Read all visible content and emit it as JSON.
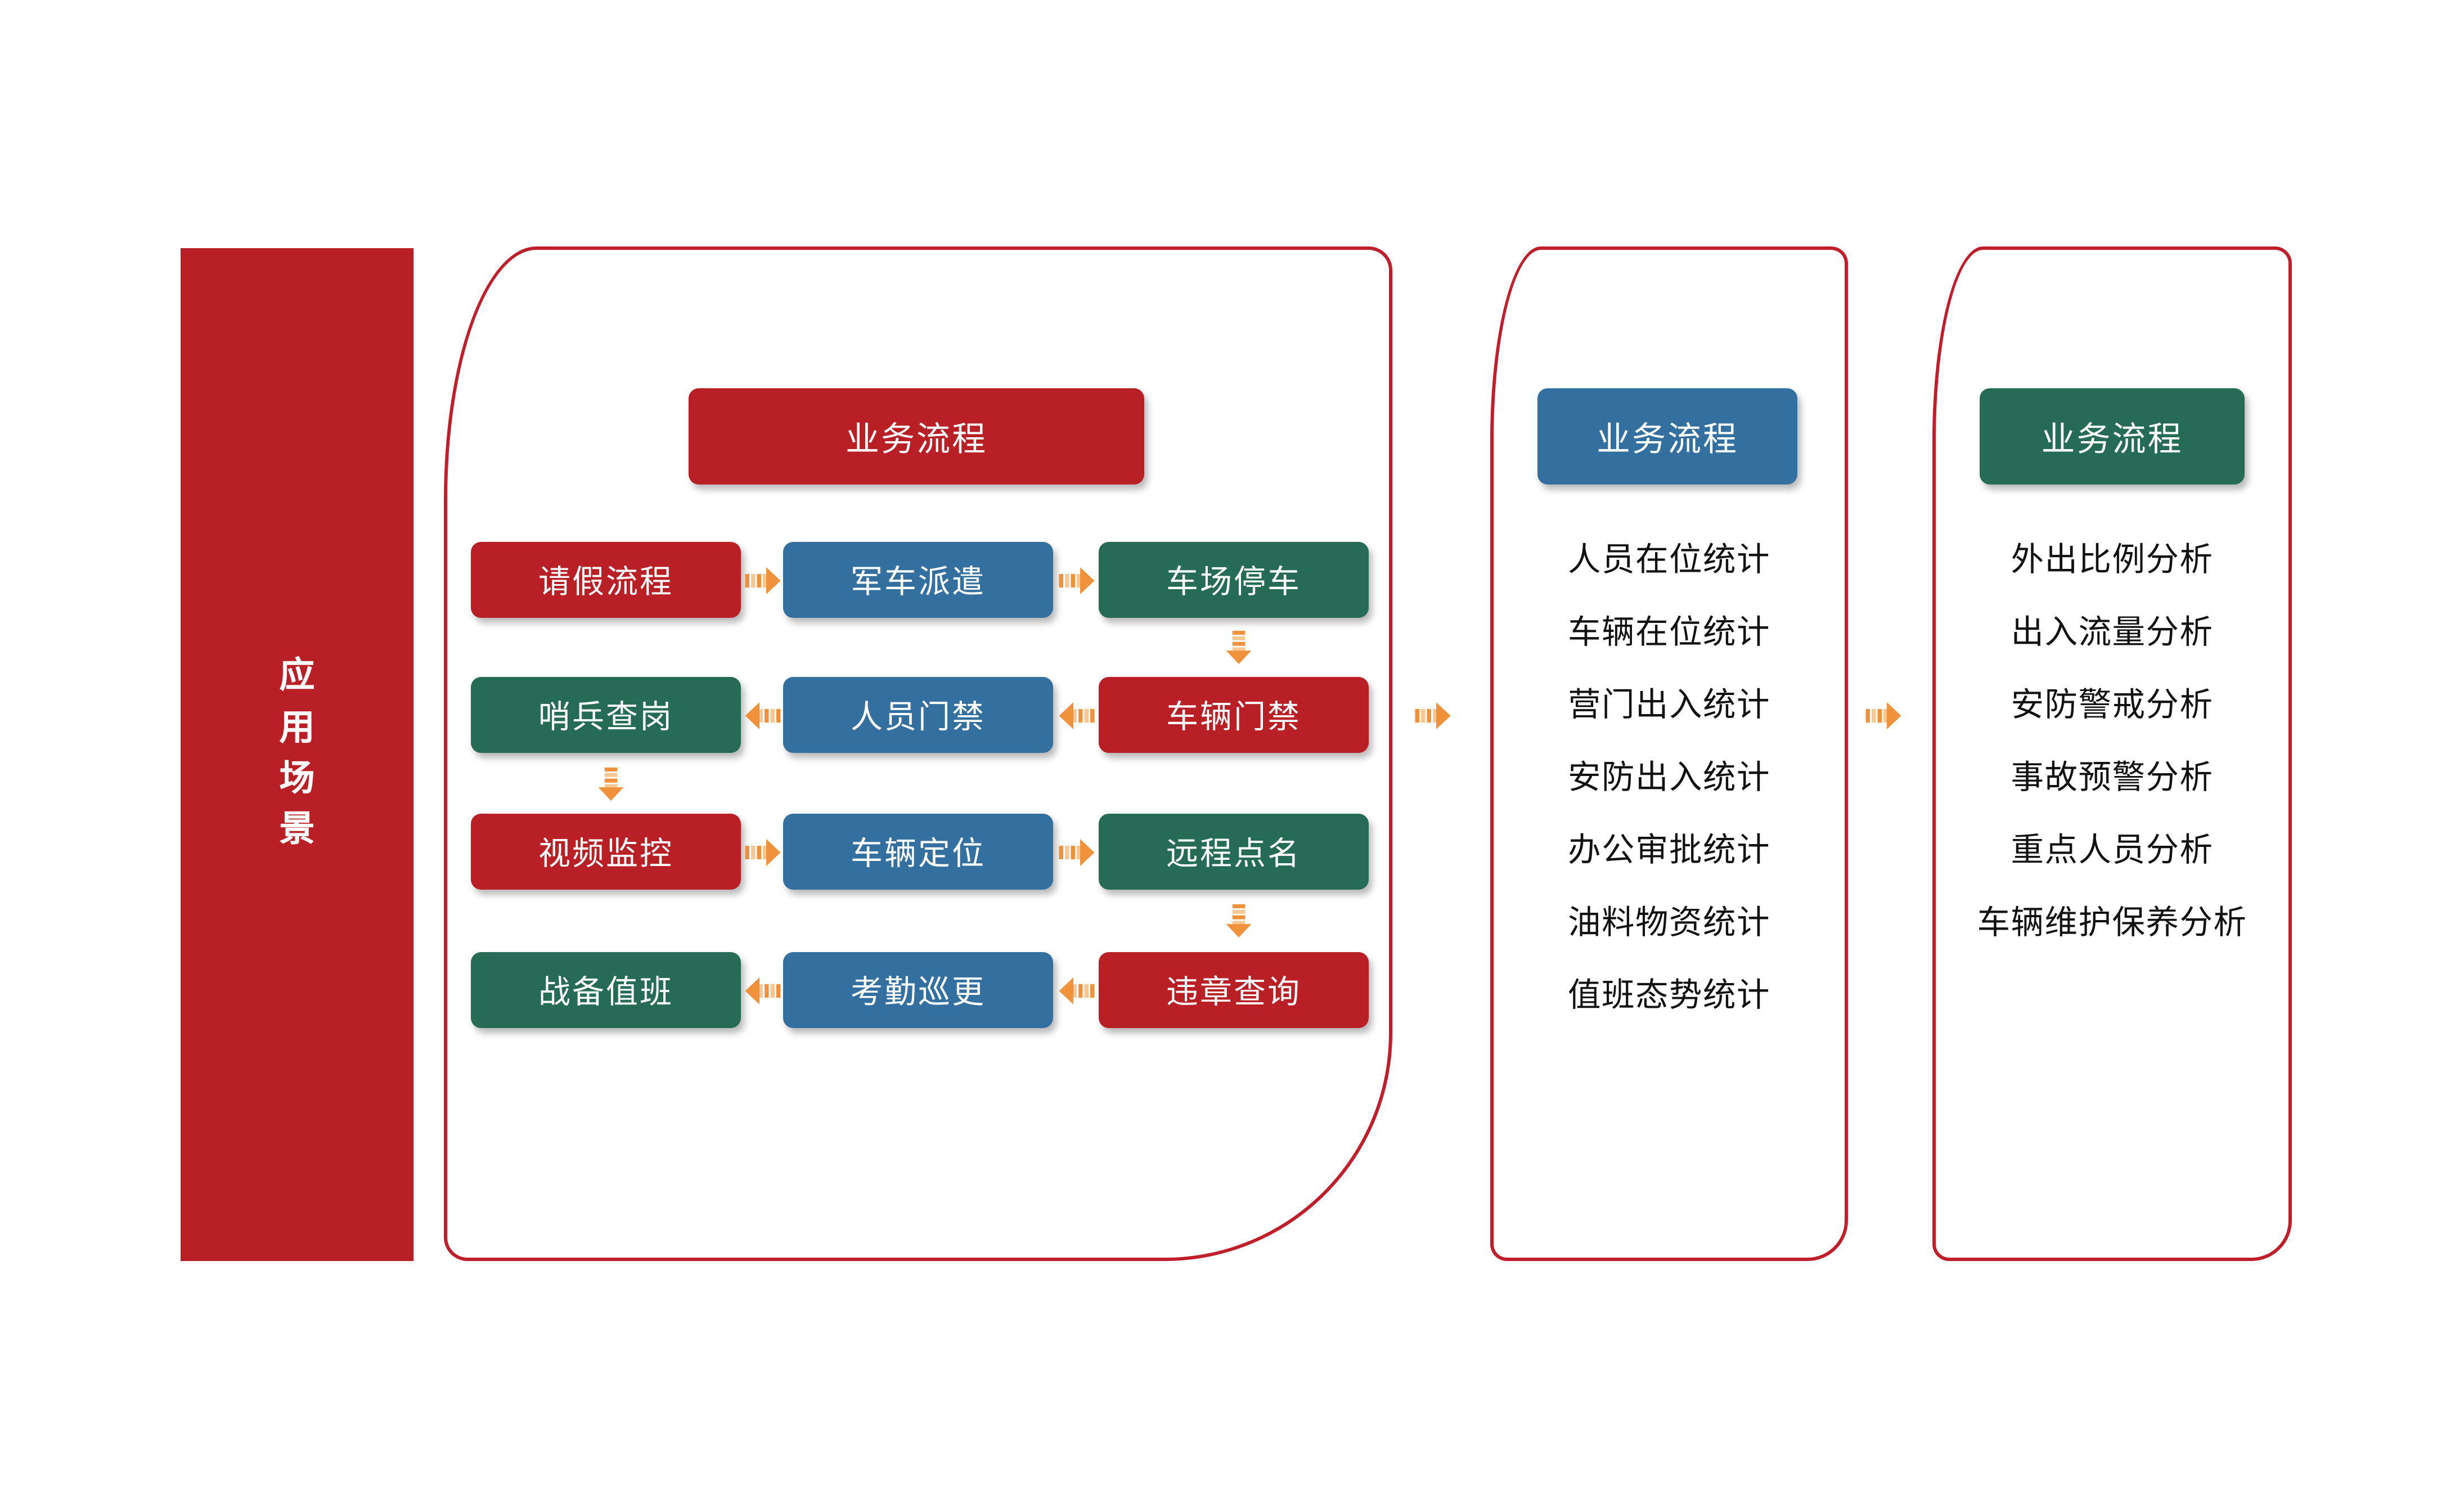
{
  "colors": {
    "red": "#B92025",
    "blue": "#33709F",
    "green": "#266B55",
    "outline_red": "#C01E2A",
    "orange": "#F0923B",
    "orange_light": "#F9C792",
    "text_dark": "#121212",
    "text_light": "#FFFFFF"
  },
  "sidebar": {
    "title": "应用场景"
  },
  "process": {
    "header": "业务流程",
    "grid": [
      {
        "label": "请假流程",
        "color": "red"
      },
      {
        "label": "军车派遣",
        "color": "blue"
      },
      {
        "label": "车场停车",
        "color": "green"
      },
      {
        "label": "哨兵查岗",
        "color": "green"
      },
      {
        "label": "人员门禁",
        "color": "blue"
      },
      {
        "label": "车辆门禁",
        "color": "red"
      },
      {
        "label": "视频监控",
        "color": "red"
      },
      {
        "label": "车辆定位",
        "color": "blue"
      },
      {
        "label": "远程点名",
        "color": "green"
      },
      {
        "label": "战备值班",
        "color": "green"
      },
      {
        "label": "考勤巡更",
        "color": "blue"
      },
      {
        "label": "违章查询",
        "color": "red"
      }
    ]
  },
  "statistics": {
    "header": "业务流程",
    "items": [
      "人员在位统计",
      "车辆在位统计",
      "营门出入统计",
      "安防出入统计",
      "办公审批统计",
      "油料物资统计",
      "值班态势统计"
    ]
  },
  "analysis": {
    "header": "业务流程",
    "items": [
      "外出比例分析",
      "出入流量分析",
      "安防警戒分析",
      "事故预警分析",
      "重点人员分析",
      "车辆维护保养分析"
    ]
  }
}
